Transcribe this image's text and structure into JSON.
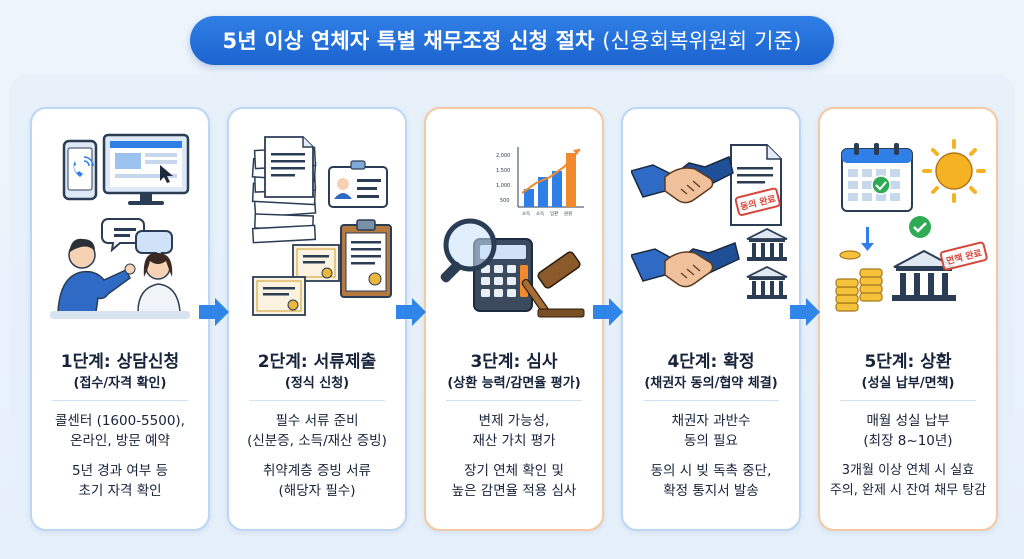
{
  "title": {
    "main": "5년 이상 연체자 특별 채무조정 신청 절차",
    "sub": "(신용회복위원회 기준)"
  },
  "steps": [
    {
      "step": "1단계: 상담신청",
      "paren": "(접수/자격 확인)",
      "desc1": [
        "콜센터 (1600-5500),",
        "온라인, 방문 예약"
      ],
      "desc2": [
        "5년 경과 여부 등",
        "초기 자격 확인"
      ]
    },
    {
      "step": "2단계: 서류제출",
      "paren": "(정식 신청)",
      "desc1": [
        "필수 서류 준비",
        "(신분증, 소득/재산 증빙)"
      ],
      "desc2": [
        "취약계층 증빙 서류",
        "(해당자 필수)"
      ]
    },
    {
      "step": "3단계: 심사",
      "paren": "(상환 능력/감면율 평가)",
      "desc1": [
        "변제 가능성,",
        "재산 가치 평가"
      ],
      "desc2": [
        "장기 연체 확인 및",
        "높은 감면율 적용 심사"
      ]
    },
    {
      "step": "4단계: 확정",
      "paren": "(채권자 동의/협약 체결)",
      "desc1": [
        "채권자 과반수",
        "동의 필요"
      ],
      "desc2": [
        "동의 시 빚 독촉 중단,",
        "확정 통지서 발송"
      ]
    },
    {
      "step": "5단계: 상환",
      "paren": "(성실 납부/면책)",
      "desc1": [
        "매월 성실 납부",
        "(최장 8~10년)"
      ],
      "desc2": [
        "3개월 이상 연체 시 실효",
        "주의, 완제 시 잔여 채무 탕감"
      ]
    }
  ],
  "chart_labels": {
    "y_ticks": [
      "2,000",
      "1,500",
      "1,000",
      "500"
    ],
    "x_labels": [
      "소득",
      "소득",
      "임판",
      "원원"
    ]
  },
  "stamps": {
    "agree": "동의 완료",
    "exempt": "면책 완료"
  },
  "colors": {
    "title_blue": "#1f6ad6",
    "card_border_blue": "#bcd7f2",
    "card_border_orange": "#f5c8a2",
    "arrow_blue": "#2f86e8",
    "chart_orange": "#f08a2c"
  }
}
